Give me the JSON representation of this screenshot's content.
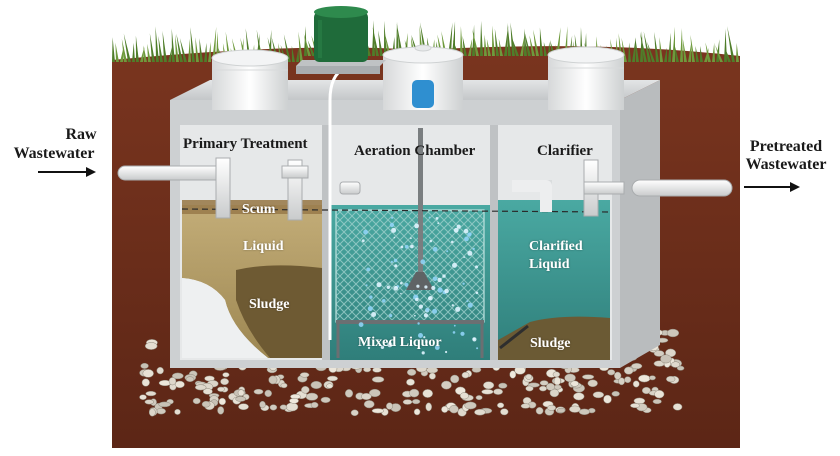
{
  "labels": {
    "raw_wastewater_1": "Raw",
    "raw_wastewater_2": "Wastewater",
    "primary_treatment": "Primary Treatment",
    "aeration_chamber": "Aeration Chamber",
    "clarifier": "Clarifier",
    "pretreated_1": "Pretreated",
    "pretreated_2": "Wastewater",
    "scum": "Scum",
    "liquid": "Liquid",
    "sludge_primary": "Sludge",
    "mixed_liquor": "Mixed Liquor",
    "clarified_1": "Clarified",
    "clarified_2": "Liquid",
    "sludge_clarifier": "Sludge"
  },
  "colors": {
    "soil": "#6b2f1c",
    "grass": "#6e9a3c",
    "tank": "#cfd2d4",
    "tank_dark": "#a9adb0",
    "primary_liquid": "#b7a06a",
    "sludge": "#6b5a34",
    "aeration_water": "#3f9d97",
    "clarifier_water": "#3e8f8c",
    "blower_green": "#1f6b3a",
    "gravel": "#d9d4c8"
  }
}
